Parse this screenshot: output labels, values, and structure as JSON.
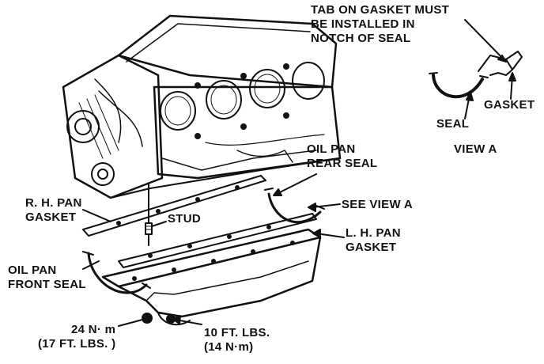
{
  "labels": {
    "tab_note": [
      "TAB ON GASKET MUST",
      "BE INSTALLED IN",
      "NOTCH OF SEAL"
    ],
    "gasket": "GASKET",
    "seal": "SEAL",
    "view_a": "VIEW A",
    "oil_pan_rear_seal": [
      "OIL PAN",
      "REAR SEAL"
    ],
    "rh_pan_gasket": [
      "R. H.  PAN",
      "GASKET"
    ],
    "stud": "STUD",
    "see_view_a": "SEE VIEW A",
    "lh_pan_gasket": [
      "L. H.  PAN",
      "GASKET"
    ],
    "oil_pan_front_seal": [
      "OIL PAN",
      "FRONT SEAL"
    ],
    "torque_left": [
      "24 N· m",
      "(17 FT. LBS. )"
    ],
    "torque_right": [
      "10 FT.  LBS.",
      "(14 N·m)"
    ]
  },
  "colors": {
    "ink": "#111111",
    "background": "#ffffff"
  }
}
